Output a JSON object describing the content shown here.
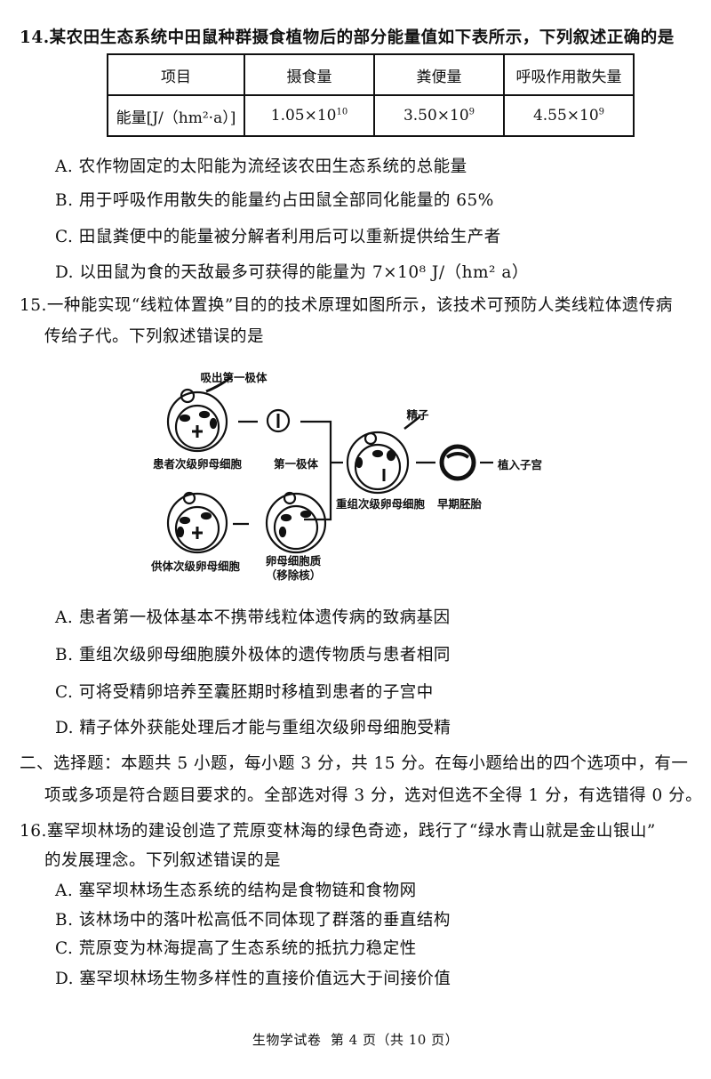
{
  "q14": {
    "stem": "14.某农田生态系统中田鼠种群摄食植物后的部分能量值如下表所示，下列叙述正确的是",
    "table": {
      "headers": [
        "项目",
        "摄食量",
        "粪便量",
        "呼吸作用散失量"
      ],
      "row_label": "能量[J/（hm²·a）]",
      "values": [
        {
          "base": "1.05×10",
          "exp": "10"
        },
        {
          "base": "3.50×10",
          "exp": "9"
        },
        {
          "base": "4.55×10",
          "exp": "9"
        }
      ]
    },
    "options": [
      "A. 农作物固定的太阳能为流经该农田生态系统的总能量",
      "B. 用于呼吸作用散失的能量约占田鼠全部同化能量的 65%",
      "C. 田鼠粪便中的能量被分解者利用后可以重新提供给生产者",
      "D. 以田鼠为食的天敌最多可获得的能量为 7×10⁸ J/（hm² a）"
    ]
  },
  "q15": {
    "stem_line1": "15.一种能实现“线粒体置换”目的的技术原理如图所示，该技术可预防人类线粒体遗传病",
    "stem_line2": "传给子代。下列叙述错误的是",
    "diagram": {
      "aspirate": "吸出第一极体",
      "patient_oocyte": "患者次级卵母细胞",
      "first_polar_body": "第一极体",
      "donor_oocyte": "供体次级卵母细胞",
      "cytoplasm_line1": "卵母细胞质",
      "cytoplasm_line2": "（移除核）",
      "sperm": "精子",
      "reconstructed": "重组次级卵母细胞",
      "embryo": "早期胚胎",
      "implant": "植入子宫"
    },
    "options": [
      "A. 患者第一极体基本不携带线粒体遗传病的致病基因",
      "B. 重组次级卵母细胞膜外极体的遗传物质与患者相同",
      "C. 可将受精卵培养至囊胚期时移植到患者的子宫中",
      "D. 精子体外获能处理后才能与重组次级卵母细胞受精"
    ]
  },
  "section2": {
    "line1": "二、选择题：本题共 5 小题，每小题 3 分，共 15 分。在每小题给出的四个选项中，有一",
    "line2": "项或多项是符合题目要求的。全部选对得 3 分，选对但选不全得 1 分，有选错得 0 分。"
  },
  "q16": {
    "stem_line1": "16.塞罕坝林场的建设创造了荒原变林海的绿色奇迹，践行了“绿水青山就是金山银山”",
    "stem_line2": "的发展理念。下列叙述错误的是",
    "options": [
      "A. 塞罕坝林场生态系统的结构是食物链和食物网",
      "B. 该林场中的落叶松高低不同体现了群落的垂直结构",
      "C. 荒原变为林海提高了生态系统的抵抗力稳定性",
      "D. 塞罕坝林场生物多样性的直接价值远大于间接价值"
    ]
  },
  "footer": "生物学试卷  第 4 页（共 10 页）"
}
